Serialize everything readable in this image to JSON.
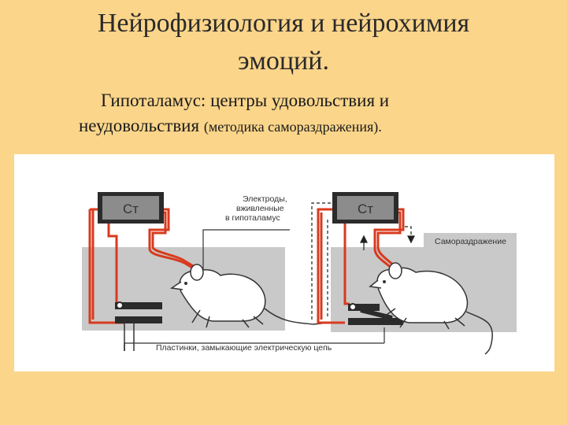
{
  "slide": {
    "title_line1": "Нейрофизиология и нейрохимия",
    "title_line2": "эмоций.",
    "subtitle_line1": "Гипоталамус: центры удовольствия и",
    "subtitle_line2": "неудовольствия",
    "subtitle_line2_small": "(методика самораздражения)."
  },
  "figure": {
    "stim_left": "Ст",
    "stim_right": "Ст",
    "electrodes_label_1": "Электроды,",
    "electrodes_label_2": "вживленные",
    "electrodes_label_3": "в гипоталамус",
    "self_stim_label": "Самораздражение",
    "plates_label": "Пластинки, замыкающие электрическую цепь"
  },
  "colors": {
    "background": "#fbd58a",
    "wire_red": "#d83a1e",
    "panel_gray": "#c8c8c8",
    "stim_box": "#8a8a8a"
  }
}
